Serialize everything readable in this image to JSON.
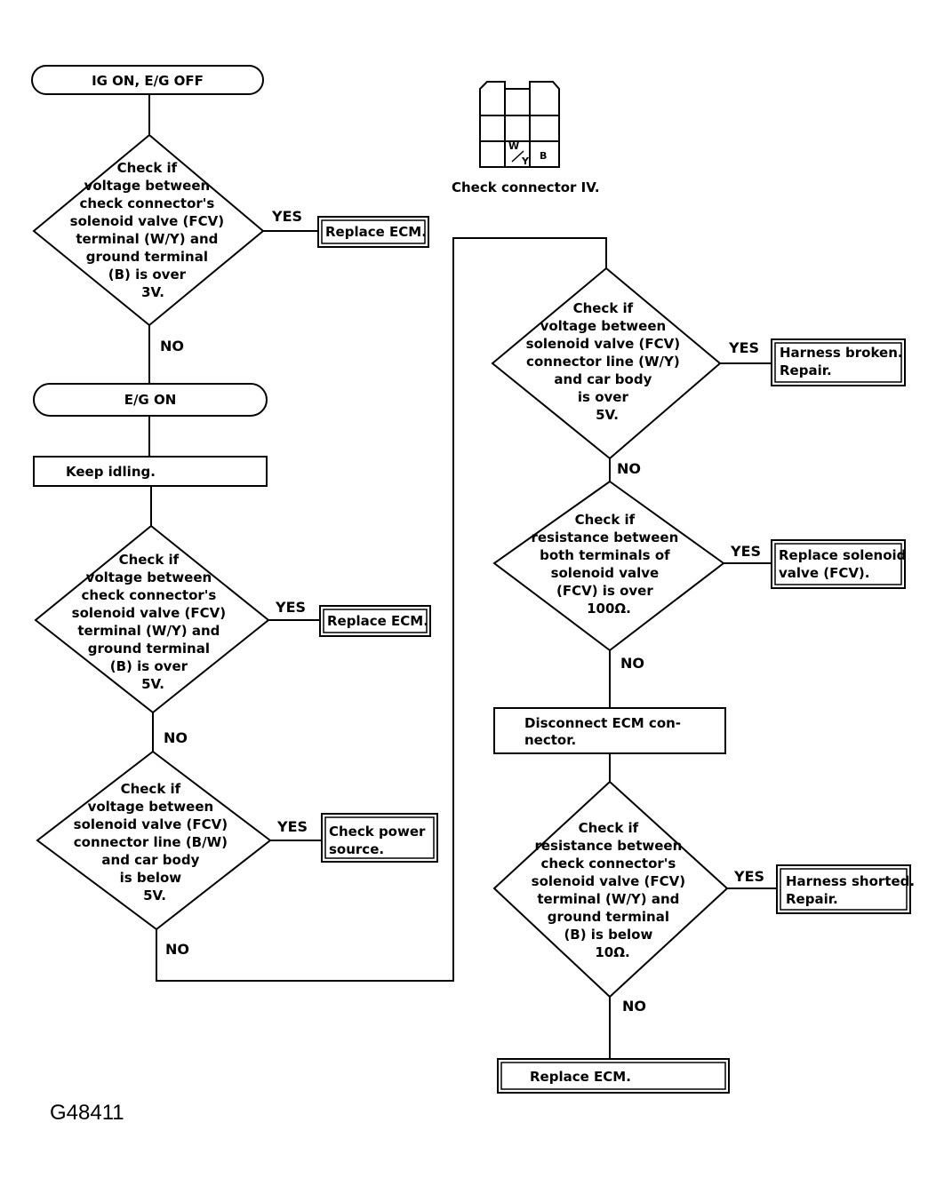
{
  "start1": "IG ON, E/G OFF",
  "start2": "E/G ON",
  "connector": {
    "caption": "Check connector IV.",
    "pin_wy_top": "W",
    "pin_wy_bottom": "Y",
    "pin_b": "B"
  },
  "d1": [
    "Check if",
    "voltage between",
    "check connector's",
    "solenoid valve (FCV)",
    "terminal (W/Y) and",
    "ground terminal",
    "(B) is over",
    "3V."
  ],
  "d2": [
    "Check if",
    "voltage between",
    "check connector's",
    "solenoid valve (FCV)",
    "terminal (W/Y) and",
    "ground terminal",
    "(B) is over",
    "5V."
  ],
  "d3": [
    "Check if",
    "voltage between",
    "solenoid valve (FCV)",
    "connector line (B/W)",
    "and car body",
    "is below",
    "5V."
  ],
  "d4": [
    "Check if",
    "voltage between",
    "solenoid valve (FCV)",
    "connector line (W/Y)",
    "and car body",
    "is over",
    "5V."
  ],
  "d5": [
    "Check if",
    "resistance between",
    "both terminals of",
    "solenoid valve",
    "(FCV) is over",
    "100Ω."
  ],
  "d6": [
    "Check if",
    "resistance between",
    "check connector's",
    "solenoid valve (FCV)",
    "terminal (W/Y) and",
    "ground terminal",
    "(B) is below",
    "10Ω."
  ],
  "keep_idling": "Keep idling.",
  "disconnect": [
    "Disconnect ECM con-",
    "nector."
  ],
  "r1": [
    "Replace ECM."
  ],
  "r2": [
    "Replace ECM."
  ],
  "r3": [
    "Check power",
    "source."
  ],
  "r4": [
    "Harness broken.",
    "Repair."
  ],
  "r5": [
    "Replace solenoid",
    "valve (FCV)."
  ],
  "r6": [
    "Harness shorted.",
    "Repair."
  ],
  "r7": [
    "Replace ECM."
  ],
  "yes": "YES",
  "no": "NO",
  "figure_code": "G48411"
}
